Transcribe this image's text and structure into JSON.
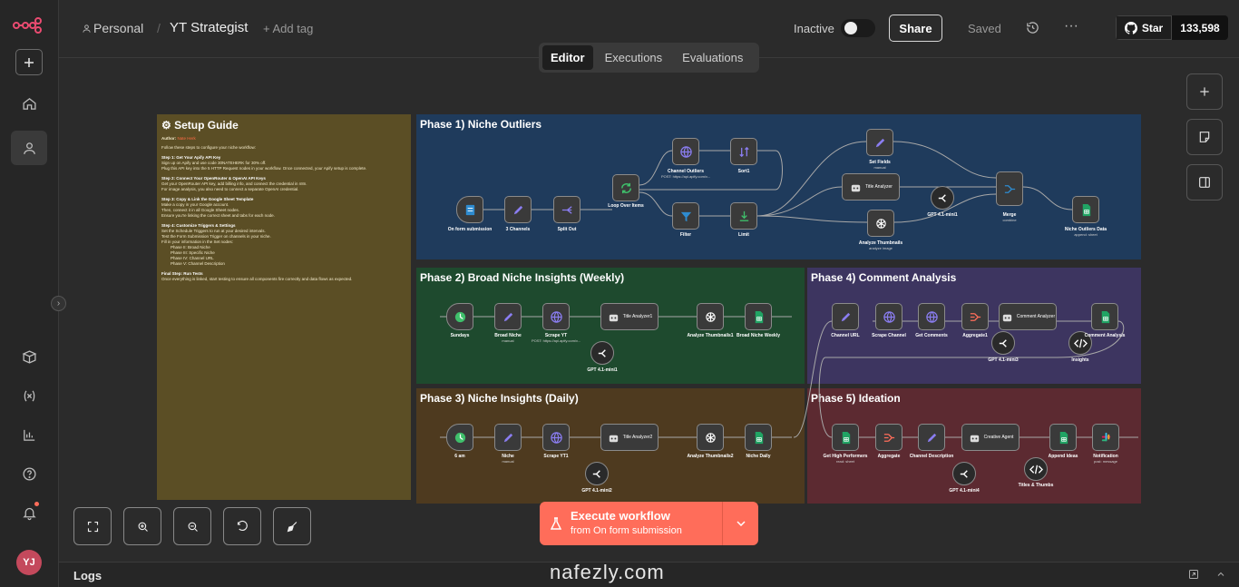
{
  "header": {
    "workspace": "Personal",
    "workflow_name": "YT Strategist",
    "add_tag": "+ Add tag",
    "status": "Inactive",
    "share": "Share",
    "saved": "Saved",
    "github_star": "Star",
    "github_count": "133,598"
  },
  "tabs": [
    "Editor",
    "Executions",
    "Evaluations"
  ],
  "user": {
    "initials": "YJ"
  },
  "guide": {
    "title": "Setup Guide",
    "author_label": "Author:",
    "author": "Nate Herk",
    "intro": "Follow these steps to configure your niche workflow:",
    "step1_title": "Step 1: Get Your Apify API Key",
    "step1_l1": "Sign up on Apify and use code 30NATEHERK for 30% off.",
    "step1_l2": "Plug this API key into the 5 HTTP Request nodes in your workflow. Once connected, your Apify setup is complete.",
    "step2_title": "Step 2: Connect Your OpenRouter & OpenAI API Keys",
    "step2_l1": "Get your OpenRouter API key, add billing info, and connect the credential in n8n.",
    "step2_l2": "For image analysis, you also need to connect a separate OpenAI credential.",
    "step3_title": "Step 3: Copy & Link the Google Sheet Template",
    "step3_l1": "Make a copy in your Google account.",
    "step3_l2": "Then, connect it in all Google Sheet nodes.",
    "step3_l3": "Ensure you're linking the correct sheet and tabs for each node.",
    "step4_title": "Step 4: Customize Triggers & Settings",
    "step4_l1": "Set the Schedule Triggers to run at your desired intervals.",
    "step4_l2": "Test the Form Submission Trigger on channels in your niche.",
    "step4_l3": "Fill in your information in the Set nodes:",
    "step4_l4": "Phase II: Broad Niche",
    "step4_l5": "Phase III: Specific Niche",
    "step4_l6": "Phase IV: Channel URL",
    "step4_l7": "Phase V: Channel Description",
    "final_title": "Final Step: Run Tests",
    "final_l1": "Once everything is linked, start testing to ensure all components fire correctly and data flows as expected."
  },
  "phases": {
    "p1": "Phase 1) Niche Outliers",
    "p2": "Phase 2) Broad Niche Insights (Weekly)",
    "p3": "Phase 3) Niche Insights (Daily)",
    "p4": "Phase 4) Comment Analysis",
    "p5": "Phase 5) Ideation"
  },
  "nodes": {
    "on_form": "On form submission",
    "three_channels": "3 Channels",
    "split_out": "Split Out",
    "loop": "Loop Over Items",
    "channel_outliers": "Channel Outliers",
    "channel_outliers_sub": "POST: https://api.apify.com/v...",
    "sort1": "Sort1",
    "filter": "Filter",
    "limit": "Limit",
    "set_fields": "Set Fields",
    "set_fields_sub": "manual",
    "title_analyzer": "Title Analyzer",
    "gpt_mini": "GPT 4.1-mini1",
    "analyze_thumbnails": "Analyze Thumbnails",
    "analyze_thumbnails_sub": "analyze image",
    "merge": "Merge",
    "merge_sub": "combine",
    "niche_outliers_data": "Niche Outliers Data",
    "niche_outliers_data_sub": "append: sheet",
    "sundays": "Sundays",
    "broad_niche": "Broad Niche",
    "broad_niche_sub": "manual",
    "scrape_yt": "Scrape YT",
    "scrape_yt_sub": "POST: https://api.apify.com/v...",
    "title_analyzer1": "Title Analyzer1",
    "gpt_mini1": "GPT 4.1-mini1",
    "analyze_thumbnails1": "Analyze Thumbnails1",
    "broad_niche_weekly": "Broad Niche Weekly",
    "six_am": "6 am",
    "niche": "Niche",
    "niche_sub": "manual",
    "scrape_yt1": "Scrape YT1",
    "title_analyzer2": "Title Analyzer2",
    "gpt_mini2": "GPT 4.1-mini2",
    "analyze_thumbnails2": "Analyze Thumbnails2",
    "niche_daily": "Niche Daily",
    "channel_url": "Channel URL",
    "scrape_channel": "Scrape Channel",
    "get_comments": "Get Comments",
    "aggregate1": "Aggregate1",
    "comment_analyzer": "Comment Analyzer",
    "gpt_mini3": "GPT 4.1-mini3",
    "insights": "Insights",
    "comment_analysis": "Comment Analysis",
    "get_high_performers": "Get High Performers",
    "get_high_performers_sub": "read: sheet",
    "aggregate": "Aggregate",
    "channel_description": "Channel Description",
    "creative_agent": "Creative Agent",
    "gpt_mini4": "GPT 4.1-mini4",
    "titles_thumbs": "Titles & Thumbs",
    "append_ideas": "Append Ideas",
    "notification": "Notification",
    "notification_sub": "post: message"
  },
  "execute": {
    "label": "Execute workflow",
    "sub": "from On form submission"
  },
  "logs": "Logs",
  "watermark": "nafezly.com",
  "colors": {
    "accent": "#ff6d5a",
    "phase1": "#1f3b5c",
    "phase2": "#1e4a2e",
    "phase3": "#4e3a1f",
    "phase4": "#3d3560",
    "phase5": "#5c2a31",
    "guide": "#5b4e25"
  }
}
